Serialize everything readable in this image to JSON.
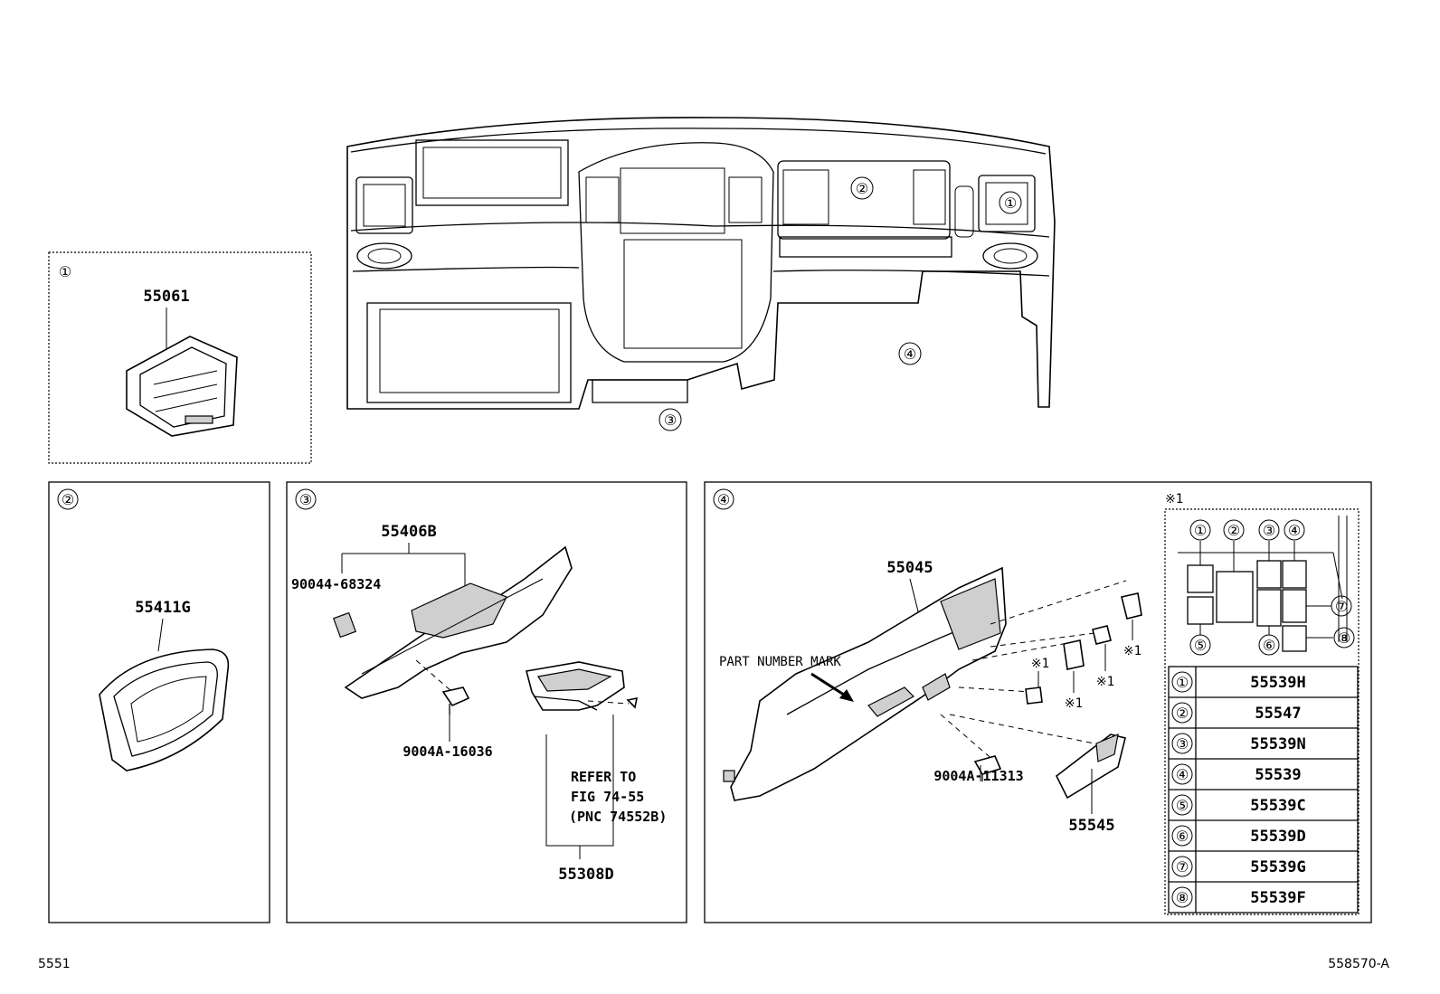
{
  "footer": {
    "left": "5551",
    "right": "558570-A"
  },
  "overview": {
    "markers": [
      "①",
      "②",
      "③",
      "④"
    ]
  },
  "panel1": {
    "marker": "①",
    "part": "55061"
  },
  "panel2": {
    "marker": "②",
    "part": "55411G"
  },
  "panel3": {
    "marker": "③",
    "parts": {
      "main": "55406B",
      "clip": "90044-68324",
      "screw": "9004A-16036",
      "box": "55308D"
    },
    "refer": [
      "REFER TO",
      "FIG 74-55",
      "(PNC 74552B)"
    ]
  },
  "panel4": {
    "marker": "④",
    "parts": {
      "main": "55045",
      "screw": "9004A-11313",
      "lid": "55545"
    },
    "note": "PART NUMBER MARK",
    "star": "※1",
    "legend_title": "※1",
    "legend_grid_markers": [
      "①",
      "②",
      "③",
      "④",
      "⑤",
      "⑥",
      "⑦",
      "⑧"
    ],
    "legend": [
      {
        "marker": "①",
        "part": "55539H"
      },
      {
        "marker": "②",
        "part": "55547"
      },
      {
        "marker": "③",
        "part": "55539N"
      },
      {
        "marker": "④",
        "part": "55539"
      },
      {
        "marker": "⑤",
        "part": "55539C"
      },
      {
        "marker": "⑥",
        "part": "55539D"
      },
      {
        "marker": "⑦",
        "part": "55539G"
      },
      {
        "marker": "⑧",
        "part": "55539F"
      }
    ]
  }
}
